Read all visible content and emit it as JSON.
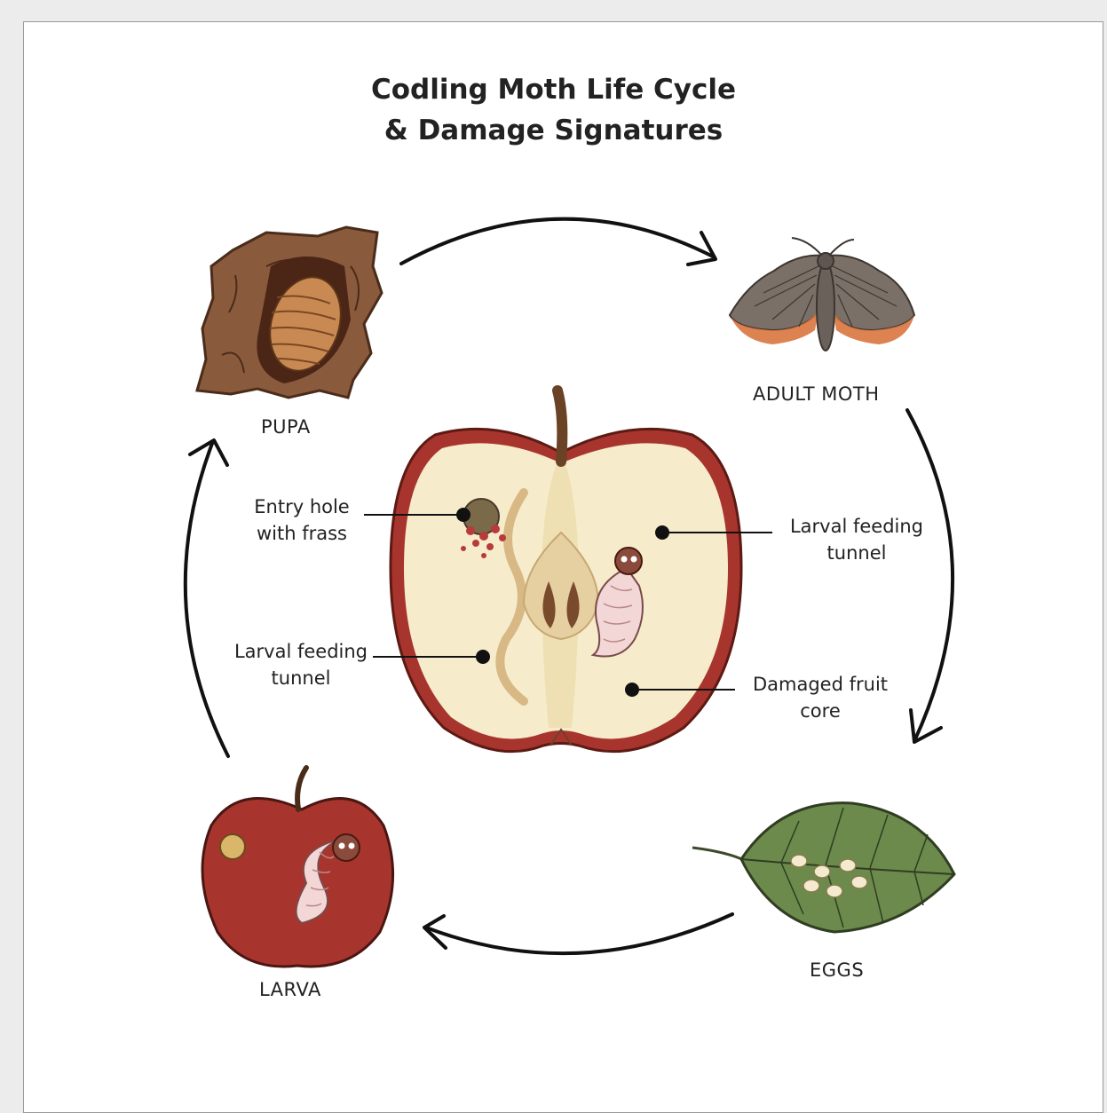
{
  "title": {
    "line1": "Codling Moth Life Cycle",
    "line2": "& Damage Signatures"
  },
  "stages": {
    "pupa": "PUPA",
    "adult": "ADULT MOTH",
    "eggs": "EGGS",
    "larva": "LARVA"
  },
  "annotations": {
    "entry_hole": {
      "line1": "Entry hole",
      "line2": "with frass"
    },
    "tunnel_right": {
      "line1": "Larval feeding",
      "line2": "tunnel"
    },
    "tunnel_left": {
      "line1": "Larval feeding",
      "line2": "tunnel"
    },
    "core": {
      "line1": "Damaged fruit",
      "line2": "core"
    }
  },
  "icons": [
    "pupa-in-bark-icon",
    "adult-moth-icon",
    "leaf-with-eggs-icon",
    "apple-with-larva-icon",
    "cross-section-apple-icon"
  ],
  "colors": {
    "apple_red": "#a8352d",
    "apple_flesh": "#f6eccc",
    "bark": "#8a5a3c",
    "leaf": "#6c8a4c",
    "larva": "#f3d6d6",
    "moth": "#7a7068",
    "moth_edge": "#d9763f"
  }
}
